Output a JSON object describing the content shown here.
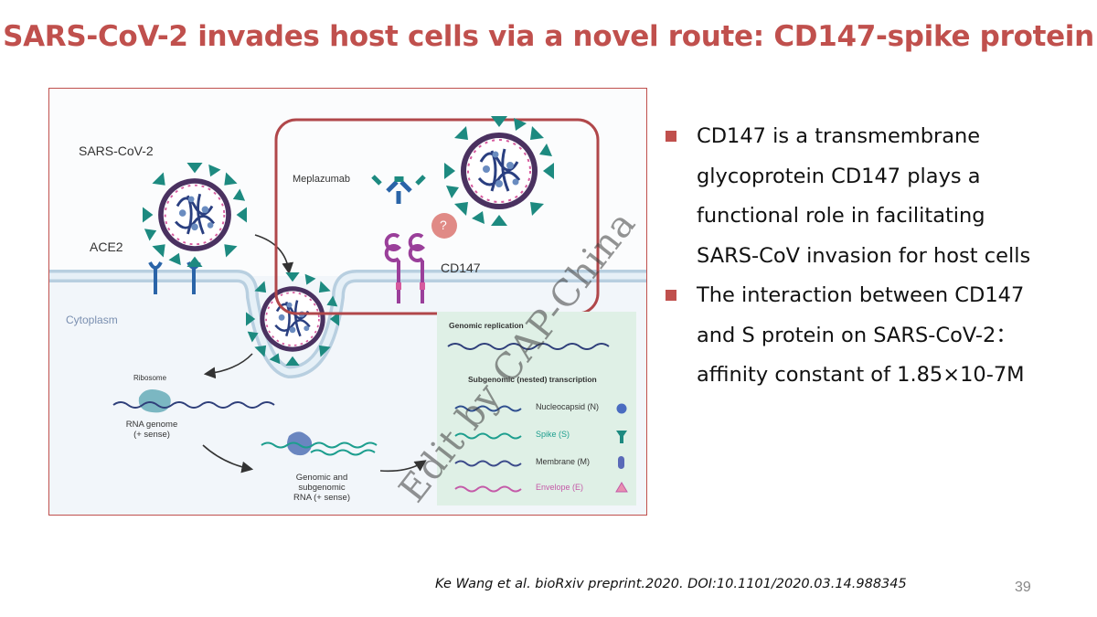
{
  "slide": {
    "title": "SARS-CoV-2 invades host cells via a novel route: CD147-spike protein",
    "page_number": "39",
    "citation": "Ke Wang et al. bioRxiv preprint.2020. DOI:10.1101/2020.03.14.988345",
    "watermark": "Edit by CAP-China",
    "accent_color": "#c0504d"
  },
  "bullets": [
    {
      "text": "CD147 is a transmembrane glycoprotein CD147 plays a functional role in facilitating SARS-CoV invasion for host cells"
    },
    {
      "text": "The interaction between CD147 and S protein on SARS-CoV-2： affinity constant of 1.85×10-7M"
    }
  ],
  "figure": {
    "labels": {
      "virus": "SARS-CoV-2",
      "ace2": "ACE2",
      "meplazumab": "Meplazumab",
      "question": "?",
      "cd147": "CD147",
      "cytoplasm": "Cytoplasm",
      "ribosome": "Ribosome",
      "rna_genome_1": "RNA genome",
      "rna_genome_2": "(+ sense)",
      "genomic_1": "Genomic and",
      "genomic_2": "subgenomic",
      "genomic_3": "RNA (+ sense)",
      "genomic_replication": "Genomic replication",
      "subgenomic_transcription": "Subgenomic (nested) transcription"
    },
    "transcripts": [
      {
        "name": "Nucleocapsid (N)",
        "color": "#2f4f8f",
        "icon": "nucleocapsid-icon"
      },
      {
        "name": "Spike (S)",
        "color": "#1d9e8e",
        "icon": "spike-icon"
      },
      {
        "name": "Membrane (M)",
        "color": "#3b4a8a",
        "icon": "membrane-icon"
      },
      {
        "name": "Envelope (E)",
        "color": "#c45aa8",
        "icon": "envelope-icon"
      }
    ]
  }
}
